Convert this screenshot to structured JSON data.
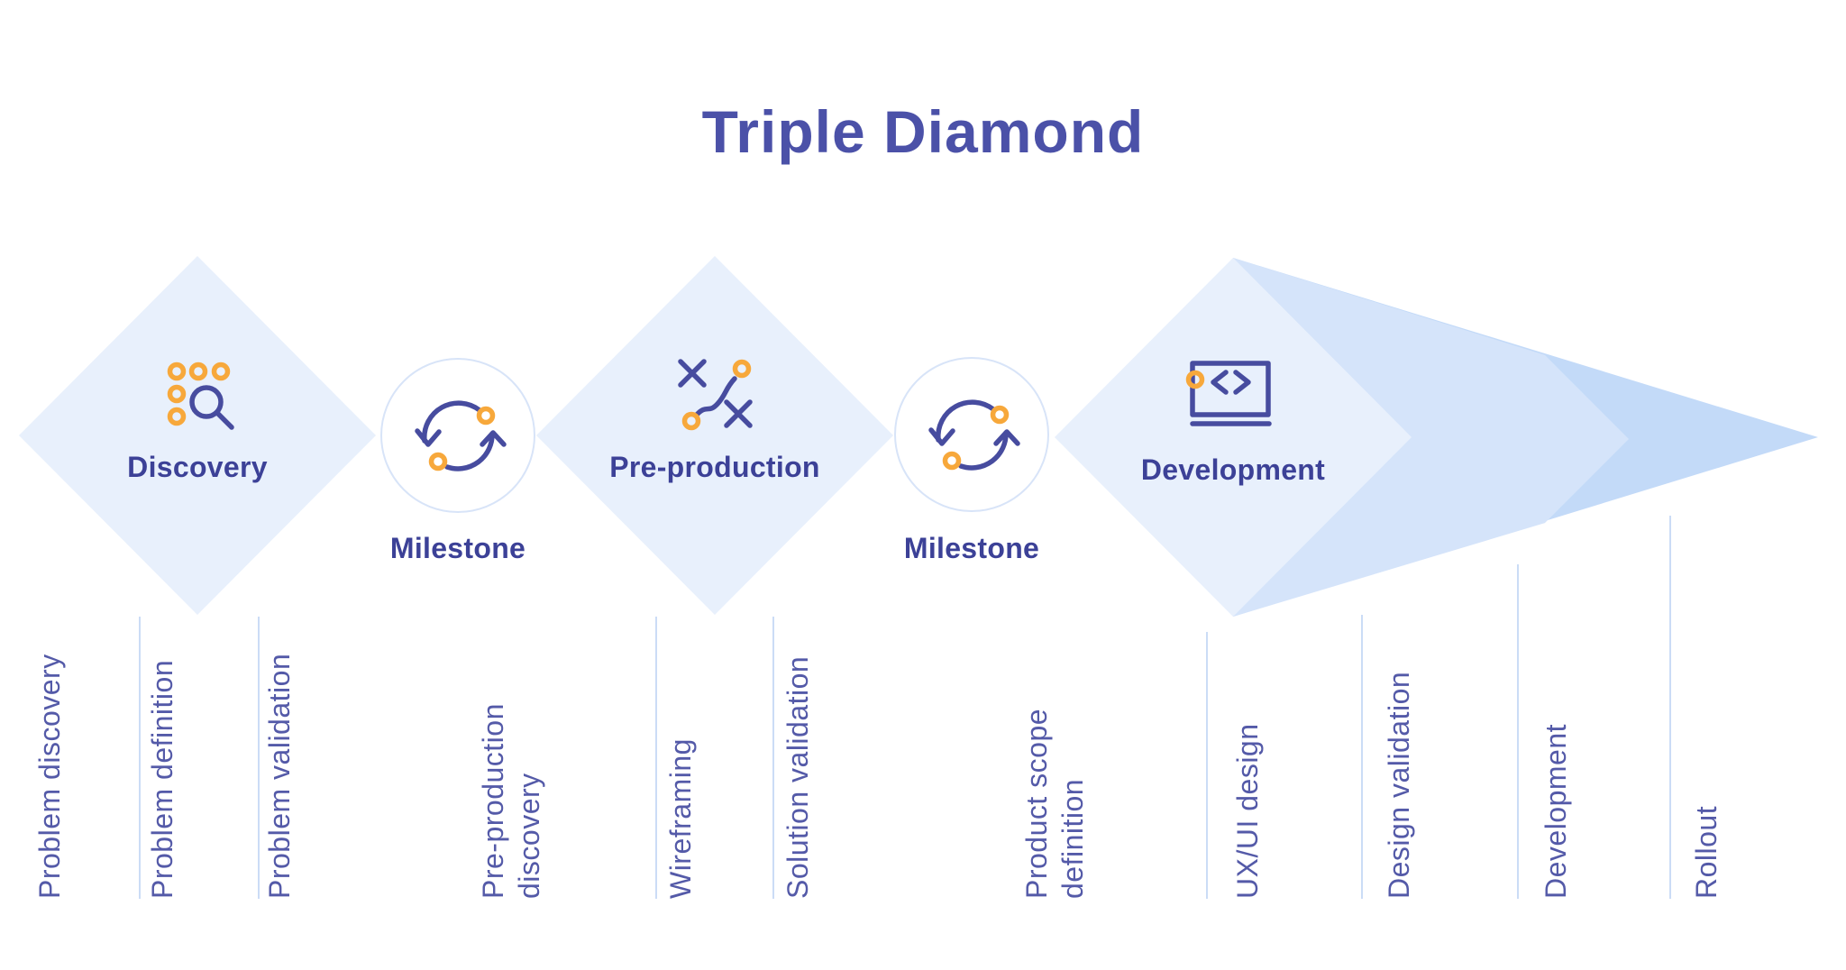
{
  "title": "Triple Diamond",
  "stages": [
    {
      "label": "Discovery",
      "icon": "dots-magnifier-research-icon"
    },
    {
      "label": "Pre-production",
      "icon": "strategy-path-icon"
    },
    {
      "label": "Development",
      "icon": "code-window-icon"
    }
  ],
  "milestones": [
    {
      "label": "Milestone",
      "icon": "cycle-arrows-icon"
    },
    {
      "label": "Milestone",
      "icon": "cycle-arrows-icon"
    }
  ],
  "phases": [
    {
      "lines": [
        "Problem discovery"
      ]
    },
    {
      "lines": [
        "Problem definition"
      ]
    },
    {
      "lines": [
        "Problem validation"
      ]
    },
    {
      "lines": [
        "Pre-production",
        "discovery"
      ]
    },
    {
      "lines": [
        "Wireframing"
      ]
    },
    {
      "lines": [
        "Solution validation"
      ]
    },
    {
      "lines": [
        "Product scope",
        "definition"
      ]
    },
    {
      "lines": [
        "UX/UI design"
      ]
    },
    {
      "lines": [
        "Design validation"
      ]
    },
    {
      "lines": [
        "Development"
      ]
    },
    {
      "lines": [
        "Rollout"
      ]
    }
  ],
  "colors": {
    "title": "#4B51A8",
    "diamond_fill": "#E8F0FC",
    "chevron_fill": "#D5E4FA",
    "arrow_fill": "#C3DAF8",
    "stage_label": "#3C4197",
    "phase_label": "#545AA8",
    "divider_line": "#CBDCF6",
    "circle_border": "#D8E4F8",
    "icon_purple": "#474C9F",
    "icon_orange": "#F7A83B"
  }
}
